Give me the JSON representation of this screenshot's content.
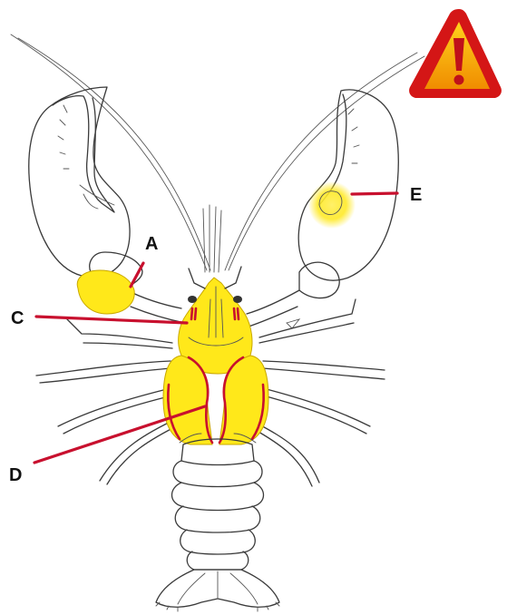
{
  "labels": {
    "a": "A",
    "c": "C",
    "d": "D",
    "e": "E"
  },
  "colors": {
    "highlight": "#ffe81a",
    "leader": "#c8102e",
    "warning_fill": "#f5a800",
    "warning_border": "#d41616"
  },
  "icons": {
    "warning": "warning-triangle-icon"
  }
}
